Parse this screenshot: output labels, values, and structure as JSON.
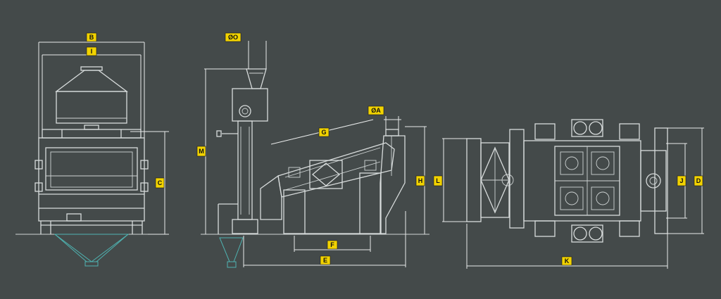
{
  "labels": {
    "B": "B",
    "I": "I",
    "C": "C",
    "OO": "ØO",
    "M": "M",
    "G": "G",
    "OA": "ØA",
    "H": "H",
    "F": "F",
    "E": "E",
    "L": "L",
    "J": "J",
    "D": "D",
    "K": "K"
  },
  "colors": {
    "background": "#444a4a",
    "line": "#d8dcdc",
    "label_fill": "#f2d300",
    "hopper": "#4fb3b1"
  }
}
